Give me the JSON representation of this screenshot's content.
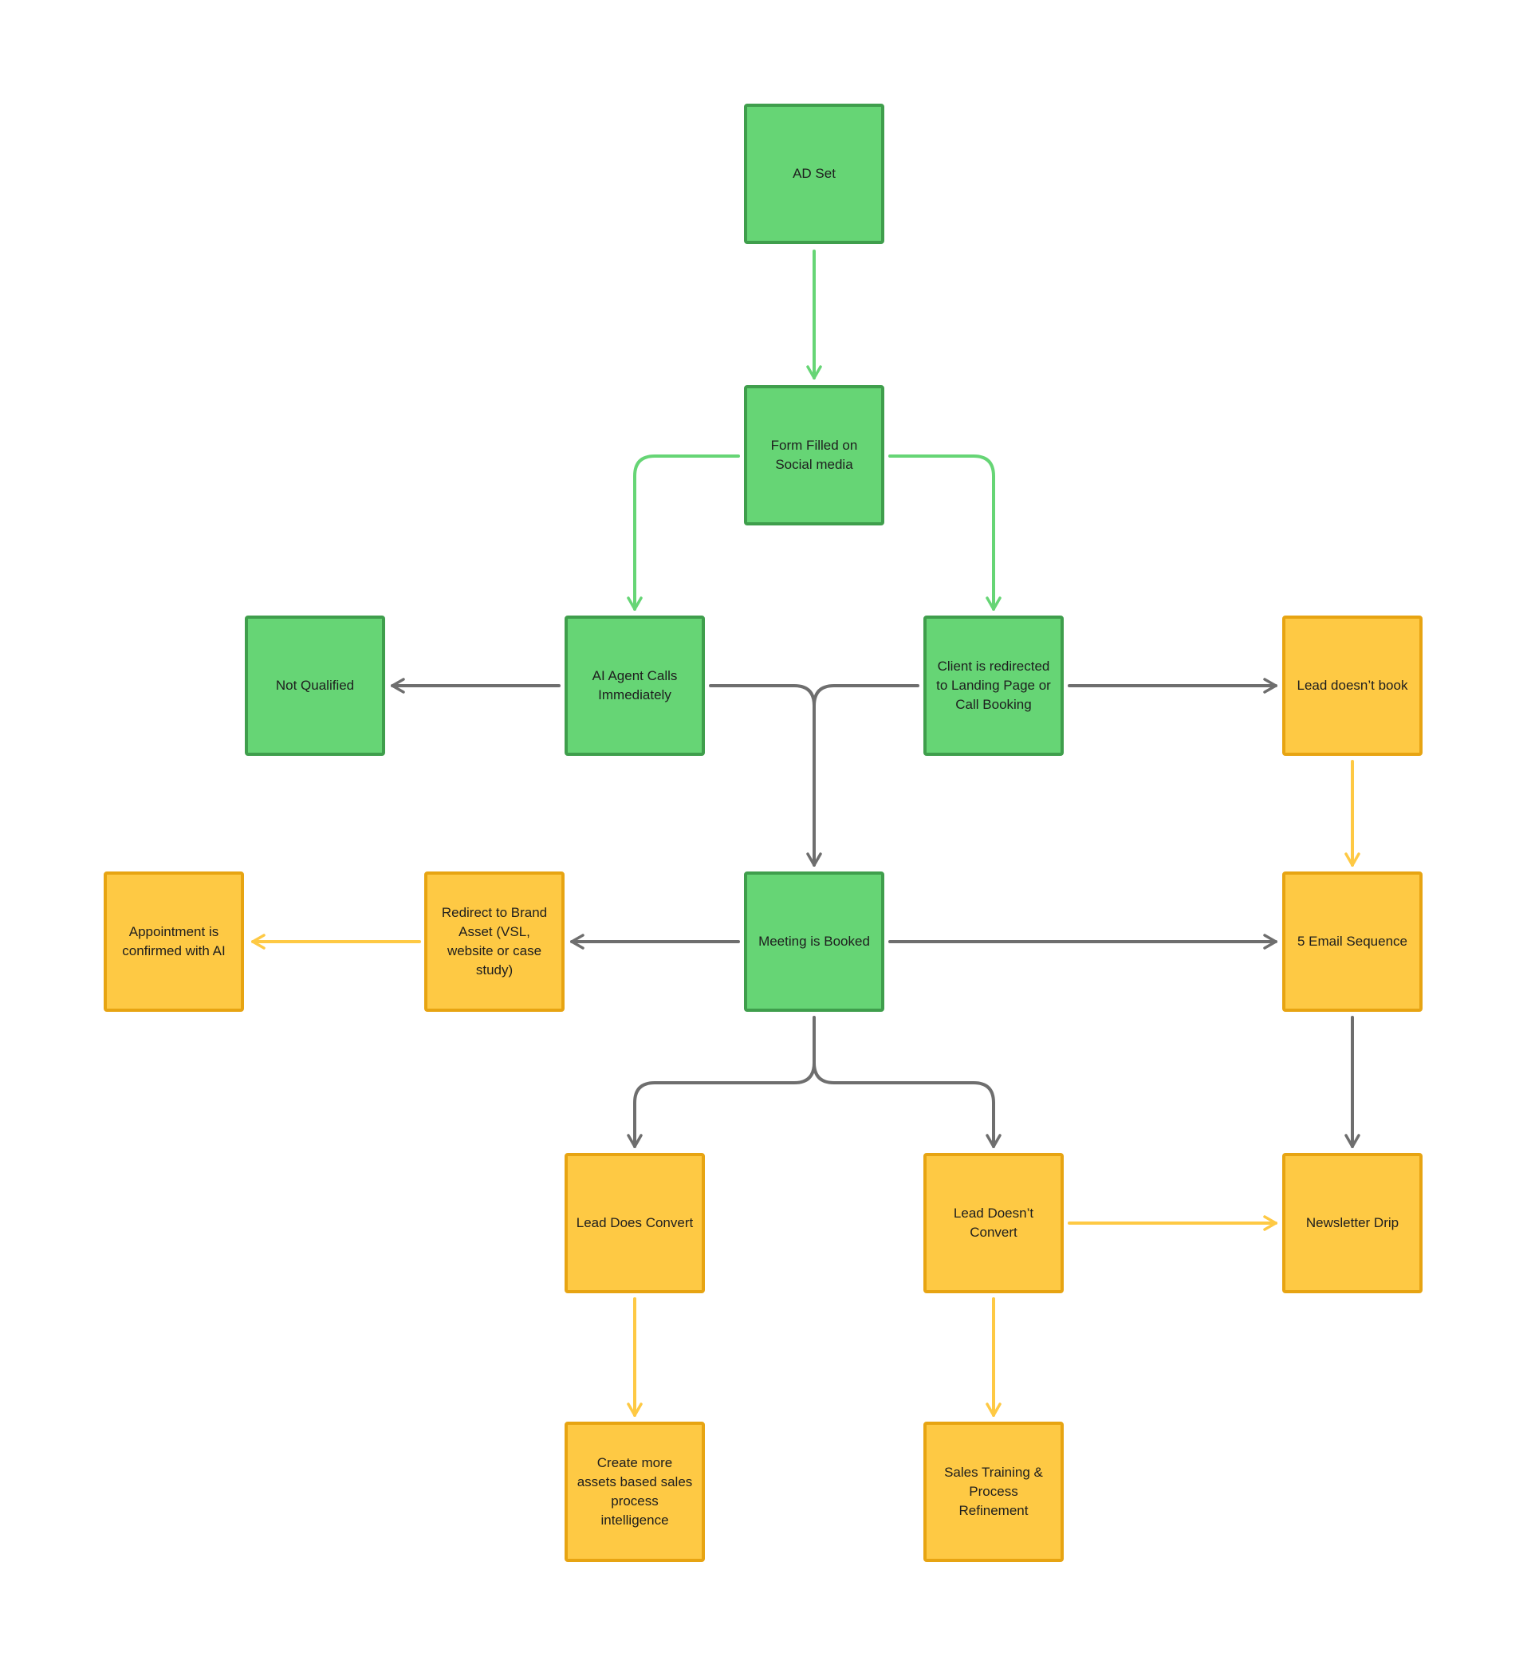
{
  "diagram": {
    "colors": {
      "green_fill": "#66d575",
      "green_border": "#3f9e4c",
      "yellow_fill": "#fec944",
      "yellow_border": "#e7a412",
      "green_edge": "#66d575",
      "yellow_edge": "#fec944",
      "gray_edge": "#6e6e6e"
    },
    "nodes": {
      "ad_set": "AD Set",
      "form_filled": "Form Filled on Social media",
      "not_qualified": "Not Qualified",
      "ai_agent_calls": "AI Agent Calls Immediately",
      "client_redirected": "Client is redirected to Landing Page or Call Booking",
      "lead_doesnt_book": "Lead doesn’t book",
      "appointment_confirmed": "Appointment is confirmed with AI",
      "redirect_brand_asset": "Redirect to Brand Asset (VSL, website or case study)",
      "meeting_booked": "Meeting is Booked",
      "email_sequence": "5 Email Sequence",
      "lead_does_convert": "Lead Does Convert",
      "lead_doesnt_convert": "Lead Doesn’t Convert",
      "newsletter_drip": "Newsletter Drip",
      "create_more_assets": "Create more assets based sales process intelligence",
      "sales_training": "Sales Training & Process Refinement"
    },
    "connections": [
      {
        "from": "ad_set",
        "to": "form_filled",
        "color": "green"
      },
      {
        "from": "form_filled",
        "to": "ai_agent_calls",
        "color": "green"
      },
      {
        "from": "form_filled",
        "to": "client_redirected",
        "color": "green"
      },
      {
        "from": "ai_agent_calls",
        "to": "not_qualified",
        "color": "gray"
      },
      {
        "from": "ai_agent_calls",
        "to": "meeting_booked",
        "color": "gray"
      },
      {
        "from": "client_redirected",
        "to": "meeting_booked",
        "color": "gray"
      },
      {
        "from": "client_redirected",
        "to": "lead_doesnt_book",
        "color": "gray"
      },
      {
        "from": "lead_doesnt_book",
        "to": "email_sequence",
        "color": "yellow"
      },
      {
        "from": "meeting_booked",
        "to": "redirect_brand_asset",
        "color": "gray"
      },
      {
        "from": "redirect_brand_asset",
        "to": "appointment_confirmed",
        "color": "yellow"
      },
      {
        "from": "meeting_booked",
        "to": "email_sequence",
        "color": "gray"
      },
      {
        "from": "meeting_booked",
        "to": "lead_does_convert",
        "color": "gray"
      },
      {
        "from": "meeting_booked",
        "to": "lead_doesnt_convert",
        "color": "gray"
      },
      {
        "from": "email_sequence",
        "to": "newsletter_drip",
        "color": "gray"
      },
      {
        "from": "lead_doesnt_convert",
        "to": "newsletter_drip",
        "color": "yellow"
      },
      {
        "from": "lead_does_convert",
        "to": "create_more_assets",
        "color": "yellow"
      },
      {
        "from": "lead_doesnt_convert",
        "to": "sales_training",
        "color": "yellow"
      }
    ]
  }
}
